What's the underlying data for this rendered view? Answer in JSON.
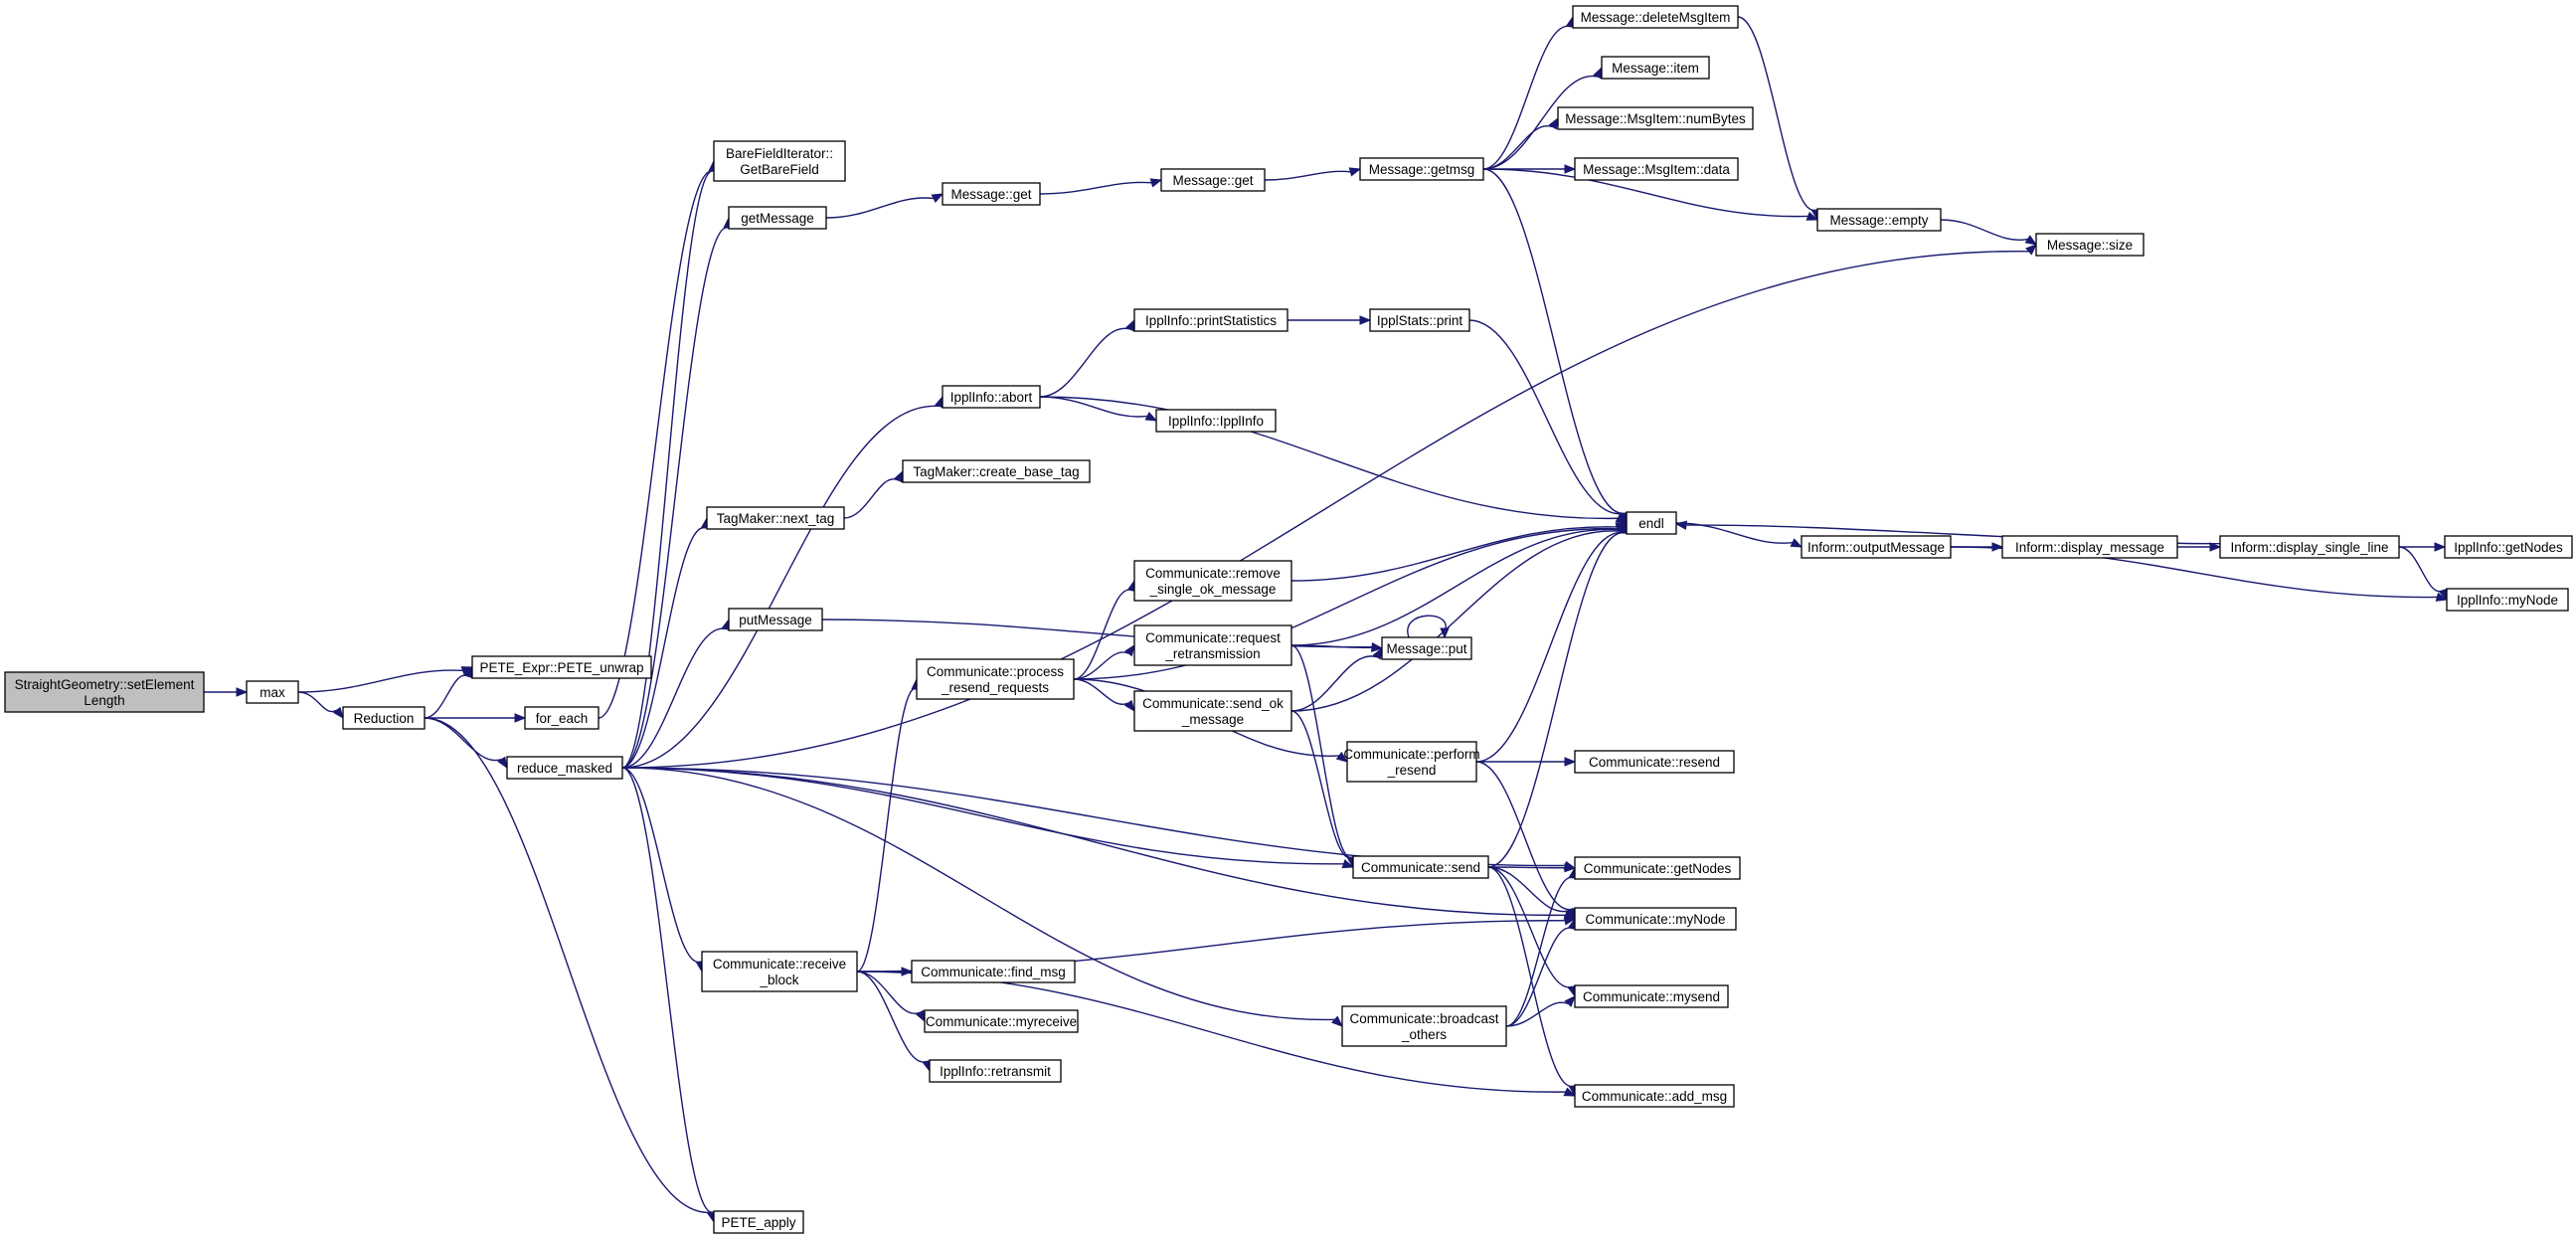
{
  "colors": {
    "edge": "#191970",
    "root_fill": "#bfbfbf",
    "node_fill": "#ffffff",
    "node_border": "#000000"
  },
  "nodes": [
    {
      "id": "setElementLength",
      "lines": [
        "StraightGeometry::setElement",
        "Length"
      ],
      "root": true
    },
    {
      "id": "max",
      "lines": [
        "max"
      ]
    },
    {
      "id": "Reduction",
      "lines": [
        "Reduction"
      ]
    },
    {
      "id": "PETE_unwrap",
      "lines": [
        "PETE_Expr::PETE_unwrap"
      ]
    },
    {
      "id": "for_each",
      "lines": [
        "for_each"
      ]
    },
    {
      "id": "reduce_masked",
      "lines": [
        "reduce_masked"
      ]
    },
    {
      "id": "PETE_apply",
      "lines": [
        "PETE_apply"
      ]
    },
    {
      "id": "GetBareField",
      "lines": [
        "BareFieldIterator::",
        "GetBareField"
      ]
    },
    {
      "id": "getMessage",
      "lines": [
        "getMessage"
      ]
    },
    {
      "id": "abort",
      "lines": [
        "IpplInfo::abort"
      ]
    },
    {
      "id": "next_tag",
      "lines": [
        "TagMaker::next_tag"
      ]
    },
    {
      "id": "putMessage",
      "lines": [
        "putMessage"
      ]
    },
    {
      "id": "receive_block",
      "lines": [
        "Communicate::receive",
        "_block"
      ]
    },
    {
      "id": "Message_get1",
      "lines": [
        "Message::get"
      ]
    },
    {
      "id": "create_base_tag",
      "lines": [
        "TagMaker::create_base_tag"
      ]
    },
    {
      "id": "process_resend",
      "lines": [
        "Communicate::process",
        "_resend_requests"
      ]
    },
    {
      "id": "find_msg",
      "lines": [
        "Communicate::find_msg"
      ]
    },
    {
      "id": "myreceive",
      "lines": [
        "Communicate::myreceive"
      ]
    },
    {
      "id": "retransmit",
      "lines": [
        "IpplInfo::retransmit"
      ]
    },
    {
      "id": "Message_get2",
      "lines": [
        "Message::get"
      ]
    },
    {
      "id": "printStatistics",
      "lines": [
        "IpplInfo::printStatistics"
      ]
    },
    {
      "id": "IpplInfo_ctor",
      "lines": [
        "IpplInfo::IpplInfo"
      ]
    },
    {
      "id": "remove_single",
      "lines": [
        "Communicate::remove",
        "_single_ok_message"
      ]
    },
    {
      "id": "request_retrans",
      "lines": [
        "Communicate::request",
        "_retransmission"
      ]
    },
    {
      "id": "send_ok",
      "lines": [
        "Communicate::send_ok",
        "_message"
      ]
    },
    {
      "id": "getmsg",
      "lines": [
        "Message::getmsg"
      ]
    },
    {
      "id": "IpplStats_print",
      "lines": [
        "IpplStats::print"
      ]
    },
    {
      "id": "Message_put",
      "lines": [
        "Message::put"
      ]
    },
    {
      "id": "perform_resend",
      "lines": [
        "Communicate::perform",
        "_resend"
      ]
    },
    {
      "id": "comm_send",
      "lines": [
        "Communicate::send"
      ]
    },
    {
      "id": "broadcast_others",
      "lines": [
        "Communicate::broadcast",
        "_others"
      ]
    },
    {
      "id": "deleteMsgItem",
      "lines": [
        "Message::deleteMsgItem"
      ]
    },
    {
      "id": "Message_item",
      "lines": [
        "Message::item"
      ]
    },
    {
      "id": "numBytes",
      "lines": [
        "Message::MsgItem::numBytes"
      ]
    },
    {
      "id": "MsgItem_data",
      "lines": [
        "Message::MsgItem::data"
      ]
    },
    {
      "id": "endl",
      "lines": [
        "endl"
      ]
    },
    {
      "id": "Message_empty",
      "lines": [
        "Message::empty"
      ]
    },
    {
      "id": "Message_size",
      "lines": [
        "Message::size"
      ]
    },
    {
      "id": "resend",
      "lines": [
        "Communicate::resend"
      ]
    },
    {
      "id": "getNodes",
      "lines": [
        "Communicate::getNodes"
      ]
    },
    {
      "id": "myNode",
      "lines": [
        "Communicate::myNode"
      ]
    },
    {
      "id": "mysend",
      "lines": [
        "Communicate::mysend"
      ]
    },
    {
      "id": "add_msg",
      "lines": [
        "Communicate::add_msg"
      ]
    },
    {
      "id": "outputMessage",
      "lines": [
        "Inform::outputMessage"
      ]
    },
    {
      "id": "display_message",
      "lines": [
        "Inform::display_message"
      ]
    },
    {
      "id": "display_single_line",
      "lines": [
        "Inform::display_single_line"
      ]
    },
    {
      "id": "Ippl_getNodes",
      "lines": [
        "IpplInfo::getNodes"
      ]
    },
    {
      "id": "Ippl_myNode",
      "lines": [
        "IpplInfo::myNode"
      ]
    }
  ],
  "edges": [
    [
      "setElementLength",
      "max"
    ],
    [
      "max",
      "PETE_unwrap"
    ],
    [
      "max",
      "Reduction"
    ],
    [
      "Reduction",
      "PETE_unwrap"
    ],
    [
      "Reduction",
      "for_each"
    ],
    [
      "Reduction",
      "reduce_masked"
    ],
    [
      "Reduction",
      "PETE_apply"
    ],
    [
      "for_each",
      "GetBareField"
    ],
    [
      "reduce_masked",
      "GetBareField"
    ],
    [
      "reduce_masked",
      "getMessage"
    ],
    [
      "reduce_masked",
      "Message_size"
    ],
    [
      "reduce_masked",
      "abort"
    ],
    [
      "reduce_masked",
      "next_tag"
    ],
    [
      "reduce_masked",
      "putMessage"
    ],
    [
      "reduce_masked",
      "comm_send"
    ],
    [
      "reduce_masked",
      "getNodes"
    ],
    [
      "reduce_masked",
      "myNode"
    ],
    [
      "reduce_masked",
      "receive_block"
    ],
    [
      "reduce_masked",
      "broadcast_others"
    ],
    [
      "reduce_masked",
      "PETE_apply"
    ],
    [
      "getMessage",
      "Message_get1"
    ],
    [
      "Message_get1",
      "Message_get2"
    ],
    [
      "Message_get2",
      "getmsg"
    ],
    [
      "getmsg",
      "deleteMsgItem"
    ],
    [
      "getmsg",
      "Message_item"
    ],
    [
      "getmsg",
      "numBytes"
    ],
    [
      "getmsg",
      "MsgItem_data"
    ],
    [
      "getmsg",
      "Message_empty"
    ],
    [
      "getmsg",
      "endl"
    ],
    [
      "deleteMsgItem",
      "Message_empty"
    ],
    [
      "Message_empty",
      "Message_size"
    ],
    [
      "abort",
      "printStatistics"
    ],
    [
      "abort",
      "IpplInfo_ctor"
    ],
    [
      "abort",
      "endl"
    ],
    [
      "printStatistics",
      "IpplStats_print"
    ],
    [
      "IpplStats_print",
      "endl"
    ],
    [
      "next_tag",
      "create_base_tag"
    ],
    [
      "putMessage",
      "Message_put"
    ],
    [
      "receive_block",
      "process_resend"
    ],
    [
      "receive_block",
      "find_msg"
    ],
    [
      "receive_block",
      "myreceive"
    ],
    [
      "receive_block",
      "retransmit"
    ],
    [
      "receive_block",
      "myNode"
    ],
    [
      "receive_block",
      "add_msg"
    ],
    [
      "process_resend",
      "endl"
    ],
    [
      "process_resend",
      "remove_single"
    ],
    [
      "process_resend",
      "request_retrans"
    ],
    [
      "process_resend",
      "send_ok"
    ],
    [
      "process_resend",
      "perform_resend"
    ],
    [
      "remove_single",
      "endl"
    ],
    [
      "request_retrans",
      "endl"
    ],
    [
      "request_retrans",
      "Message_put"
    ],
    [
      "request_retrans",
      "comm_send"
    ],
    [
      "send_ok",
      "Message_put"
    ],
    [
      "send_ok",
      "endl"
    ],
    [
      "send_ok",
      "comm_send"
    ],
    [
      "Message_put",
      "Message_put"
    ],
    [
      "perform_resend",
      "endl"
    ],
    [
      "perform_resend",
      "resend"
    ],
    [
      "perform_resend",
      "myNode"
    ],
    [
      "comm_send",
      "endl"
    ],
    [
      "comm_send",
      "getNodes"
    ],
    [
      "comm_send",
      "myNode"
    ],
    [
      "comm_send",
      "mysend"
    ],
    [
      "comm_send",
      "add_msg"
    ],
    [
      "broadcast_others",
      "getNodes"
    ],
    [
      "broadcast_others",
      "myNode"
    ],
    [
      "broadcast_others",
      "mysend"
    ],
    [
      "endl",
      "outputMessage"
    ],
    [
      "outputMessage",
      "display_message"
    ],
    [
      "outputMessage",
      "Ippl_myNode"
    ],
    [
      "display_message",
      "display_single_line"
    ],
    [
      "display_single_line",
      "endl"
    ],
    [
      "display_single_line",
      "Ippl_getNodes"
    ],
    [
      "display_single_line",
      "Ippl_myNode"
    ]
  ]
}
